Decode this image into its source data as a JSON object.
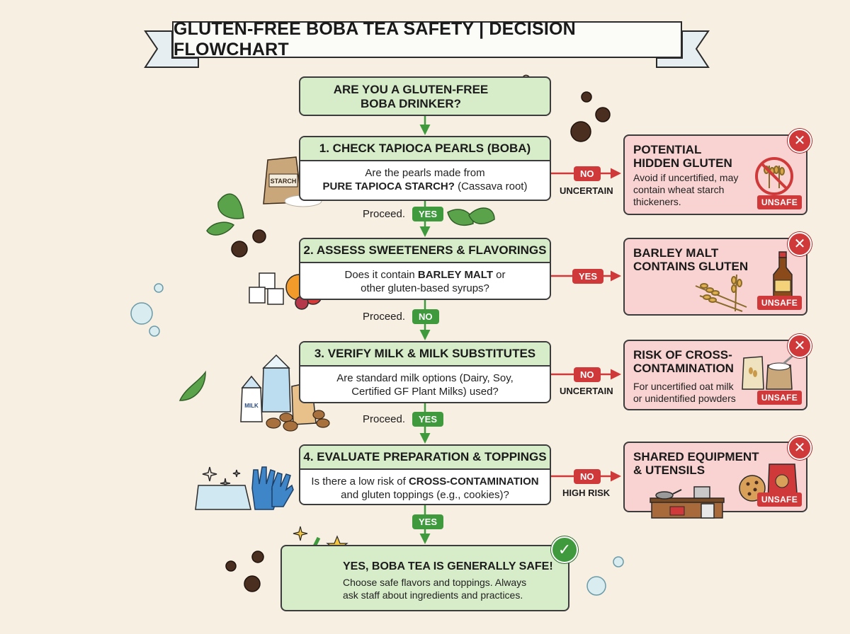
{
  "title": "GLUTEN-FREE BOBA TEA SAFETY | DECISION FLOWCHART",
  "start": {
    "line1": "ARE YOU A GLUTEN-FREE",
    "line2": "BOBA DRINKER?"
  },
  "steps": [
    {
      "title": "1. CHECK TAPIOCA PEARLS (BOBA)",
      "q_line1": "Are the pearls made from",
      "q_bold": "PURE TAPIOCA STARCH?",
      "q_rest": " (Cassava root)",
      "side_pill": "NO",
      "side_note": "UNCERTAIN",
      "down_prefix": "Proceed.",
      "down_pill": "YES"
    },
    {
      "title": "2. ASSESS SWEETENERS & FLAVORINGS",
      "q_pre": "Does it contain ",
      "q_bold": "BARLEY MALT",
      "q_post": " or",
      "q_line2": "other gluten-based syrups?",
      "side_pill": "YES",
      "down_prefix": "Proceed.",
      "down_pill": "NO"
    },
    {
      "title": "3. VERIFY MILK & MILK SUBSTITUTES",
      "q_line1": "Are standard milk options (Dairy, Soy,",
      "q_line2": "Certified GF Plant Milks) used?",
      "side_pill": "NO",
      "side_note": "UNCERTAIN",
      "down_prefix": "Proceed.",
      "down_pill": "YES"
    },
    {
      "title": "4. EVALUATE PREPARATION & TOPPINGS",
      "q_pre": "Is there a low risk of ",
      "q_bold": "CROSS-CONTAMINATION",
      "q_line2": "and gluten toppings (e.g., cookies)?",
      "side_pill": "NO",
      "side_note": "HIGH RISK",
      "down_pill": "YES"
    }
  ],
  "risks": [
    {
      "title1": "POTENTIAL",
      "title2": "HIDDEN GLUTEN",
      "body1": "Avoid if uncertified, may",
      "body2": "contain wheat starch",
      "body3": "thickeners.",
      "badge": "UNSAFE"
    },
    {
      "title1": "BARLEY MALT",
      "title2": "CONTAINS GLUTEN",
      "badge": "UNSAFE"
    },
    {
      "title1": "RISK OF CROSS-",
      "title2": "CONTAMINATION",
      "body1": "For uncertified oat milk",
      "body2": "or unidentified powders",
      "badge": "UNSAFE"
    },
    {
      "title1": "SHARED EQUIPMENT",
      "title2": "& UTENSILS",
      "badge": "UNSAFE"
    }
  ],
  "final": {
    "title": "YES, BOBA TEA IS GENERALLY SAFE!",
    "body1": "Choose safe flavors and toppings. Always",
    "body2": "ask staff about ingredients and practices."
  },
  "labels": {
    "starch_bag": "STARCH",
    "milk_carton": "MILK"
  },
  "colors": {
    "background": "#f8efe3",
    "green_head": "#d7ecc9",
    "green_pill": "#3f9a3e",
    "red_box": "#f8d3d1",
    "red_accent": "#d0393a",
    "outline": "#3c3c3c"
  },
  "icons": [
    "thumbs-up-icon",
    "starch-bag-icon",
    "leaf-icon",
    "sugar-cube-icon",
    "fruit-icon",
    "milk-carton-icon",
    "nuts-icon",
    "sparkle-icon",
    "glove-icon",
    "boba-cup-icon",
    "check-icon",
    "x-icon",
    "no-wheat-icon",
    "wheat-icon",
    "beer-bottle-icon",
    "grain-bag-icon",
    "kitchen-icon",
    "cookie-icon",
    "bubble-icon",
    "boba-pearl-icon"
  ]
}
